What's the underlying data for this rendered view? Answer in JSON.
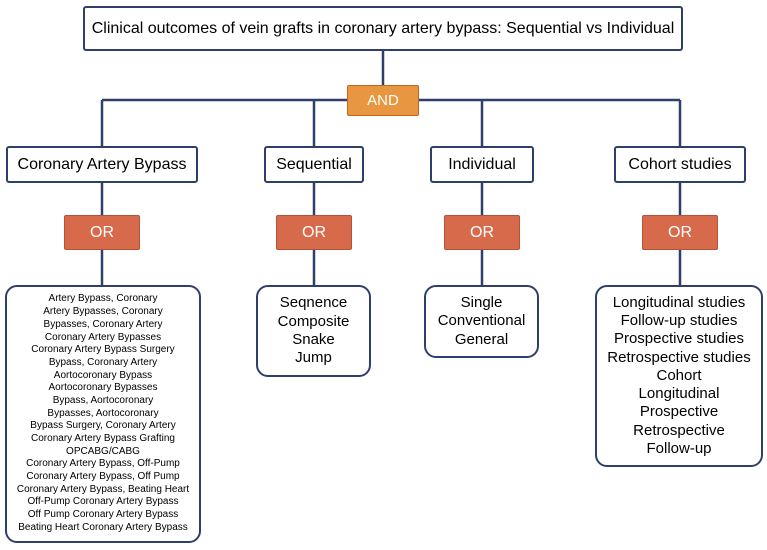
{
  "title": "Clinical outcomes of vein grafts in coronary artery bypass: Sequential vs Individual",
  "connector": "AND",
  "columns": [
    {
      "term": "Coronary Artery Bypass",
      "operator": "OR",
      "synonyms": [
        "Artery Bypass, Coronary",
        "Artery Bypasses, Coronary",
        "Bypasses, Coronary Artery",
        "Coronary Artery Bypasses",
        "Coronary Artery Bypass Surgery",
        "Bypass, Coronary Artery",
        "Aortocoronary Bypass",
        "Aortocoronary Bypasses",
        "Bypass, Aortocoronary",
        "Bypasses, Aortocoronary",
        "Bypass Surgery, Coronary Artery",
        "Coronary Artery Bypass Grafting",
        "OPCABG/CABG",
        "Coronary Artery Bypass, Off-Pump",
        "Coronary Artery Bypass, Off Pump",
        "Coronary Artery Bypass, Beating Heart",
        "Off-Pump Coronary Artery Bypass",
        "Off Pump Coronary Artery Bypass",
        "Beating Heart Coronary Artery Bypass"
      ]
    },
    {
      "term": "Sequential",
      "operator": "OR",
      "synonyms": [
        "Seqnence",
        "Composite",
        "Snake",
        "Jump"
      ]
    },
    {
      "term": "Individual",
      "operator": "OR",
      "synonyms": [
        "Single",
        "Conventional",
        "General"
      ]
    },
    {
      "term": "Cohort studies",
      "operator": "OR",
      "synonyms": [
        "Longitudinal studies",
        "Follow-up studies",
        "Prospective studies",
        "Retrospective studies",
        "Cohort",
        "Longitudinal",
        "Prospective",
        "Retrospective",
        "Follow-up"
      ]
    }
  ]
}
